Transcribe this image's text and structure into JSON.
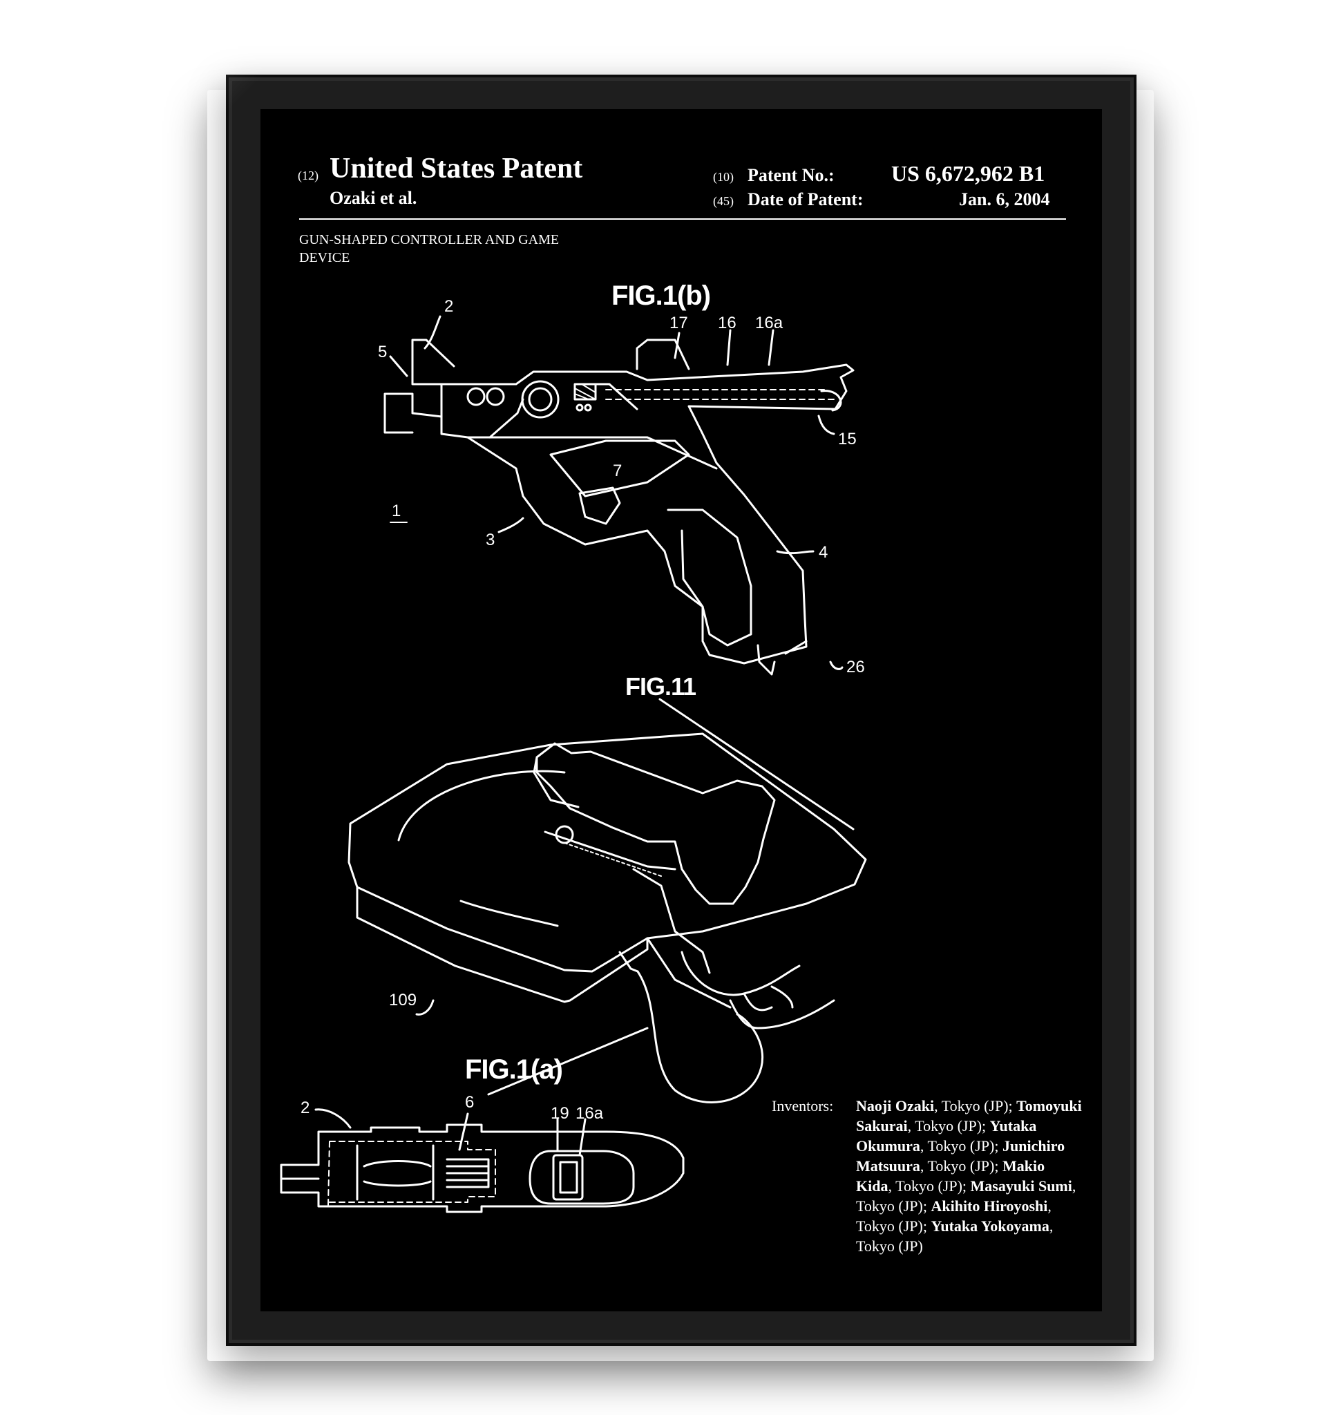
{
  "header": {
    "code_12": "(12)",
    "title": "United States Patent",
    "assignee": "Ozaki et al.",
    "code_10": "(10)",
    "patent_no_label": "Patent No.:",
    "patent_no": "US 6,672,962 B1",
    "code_45": "(45)",
    "date_label": "Date of Patent:",
    "date": "Jan. 6, 2004"
  },
  "invention": {
    "line1": "GUN-SHAPED CONTROLLER AND GAME",
    "line2": "DEVICE"
  },
  "figures": {
    "fig1b": {
      "label": "FIG.1(b)",
      "refs": [
        "2",
        "5",
        "17",
        "16",
        "16a",
        "15",
        "1",
        "7",
        "3",
        "4",
        "26"
      ]
    },
    "fig11": {
      "label": "FIG.11",
      "refs": [
        "109"
      ]
    },
    "fig1a": {
      "label": "FIG.1(a)",
      "refs": [
        "2",
        "6",
        "19",
        "16a"
      ]
    }
  },
  "inventors": {
    "label": "Inventors:",
    "entries": [
      {
        "name": "Naoji Ozaki",
        "place": ", Tokyo (JP); "
      },
      {
        "name": "Tomoyuki Sakurai",
        "place": ", Tokyo (JP); "
      },
      {
        "name": "Yutaka Okumura",
        "place": ", Tokyo (JP); "
      },
      {
        "name": "Junichiro Matsuura",
        "place": ", Tokyo (JP); "
      },
      {
        "name": "Makio Kida",
        "place": ", Tokyo (JP); "
      },
      {
        "name": "Masayuki Sumi",
        "place": ", Tokyo (JP); "
      },
      {
        "name": "Akihito Hiroyoshi",
        "place": ", Tokyo (JP); "
      },
      {
        "name": "Yutaka Yokoyama",
        "place": ", Tokyo (JP)"
      }
    ]
  },
  "colors": {
    "background": "#000000",
    "ink": "#ffffff",
    "frame": "#1e1e1e"
  }
}
